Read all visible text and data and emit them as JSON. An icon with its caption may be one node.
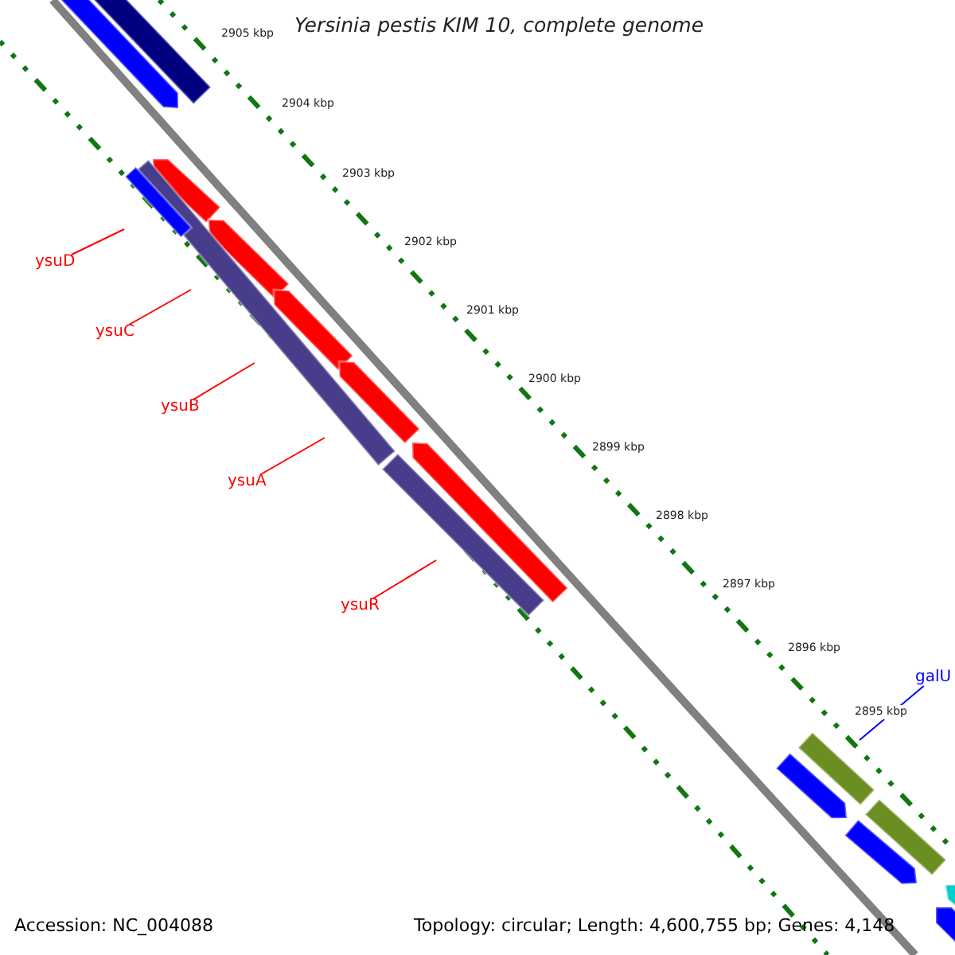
{
  "diagram": {
    "title": "Yersinia pestis KIM 10, complete genome",
    "nodes": [
      {
        "text": [
          "ysuD"
        ]
      },
      {
        "text": [
          "ysuC"
        ]
      },
      {
        "text": [
          "ysuB"
        ]
      },
      {
        "text": [
          "ysuA"
        ]
      },
      {
        "text": [
          "ysuR"
        ]
      },
      {
        "text": [
          "galU"
        ]
      }
    ],
    "edges": [
      {
        "from": 0,
        "to": null,
        "arrow": "none"
      },
      {
        "from": 1,
        "to": null,
        "arrow": "none"
      },
      {
        "from": 2,
        "to": null,
        "arrow": "none"
      },
      {
        "from": 3,
        "to": null,
        "arrow": "none"
      },
      {
        "from": 4,
        "to": null,
        "arrow": "none"
      },
      {
        "from": 5,
        "to": null,
        "arrow": "none",
        "color": "#0000ff"
      }
    ],
    "labels": [
      "2905 kbp",
      "2904 kbp",
      "2903 kbp",
      "2902 kbp",
      "2901 kbp",
      "2900 kbp",
      "2899 kbp",
      "2898 kbp",
      "2897 kbp",
      "2896 kbp",
      "2895 kbp",
      "Accession: NC_004088",
      "Topology: circular; Length: 4,600,755 bp; Genes: 4,148"
    ]
  }
}
